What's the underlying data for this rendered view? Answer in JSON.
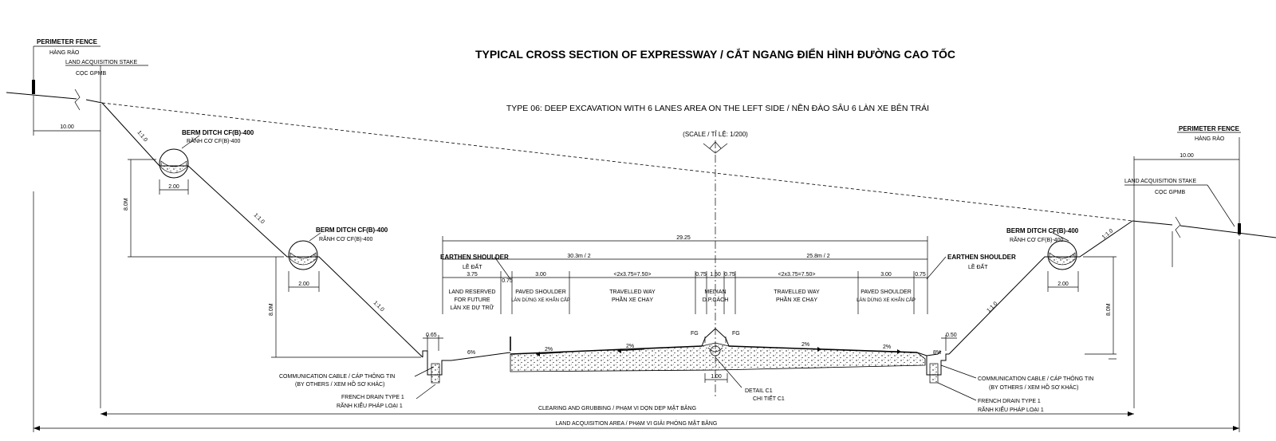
{
  "title": "TYPICAL CROSS SECTION OF EXPRESSWAY / CẮT NGANG ĐIỂN HÌNH ĐƯỜNG CAO TỐC",
  "subtitle": "TYPE 06: DEEP EXCAVATION WITH 6 LANES AREA ON THE LEFT SIDE / NỀN ĐÀO SÂU 6 LÀN XE BÊN TRÁI",
  "scale": "(SCALE / TỈ LỆ: 1/200)",
  "left": {
    "perimeter_fence": "PERIMETER FENCE",
    "hang_rao": "HÀNG RÀO",
    "land_stake": "LAND ACQUISITION STAKE",
    "coc_gpmb": "CỌC GPMB",
    "width_10": "10.00",
    "berm1": "BERM DITCH CF(B)-400",
    "berm1_vn": "RÃNH CƠ CF(B)-400",
    "berm1_w": "2.00",
    "berm2": "BERM DITCH CF(B)-400",
    "berm2_vn": "RÃNH CƠ CF(B)-400",
    "berm2_w": "2.00",
    "slope1": "1:1.0",
    "slope2": "1:1.0",
    "slope3": "1:1.0",
    "h1": "8.0M",
    "h2": "8.0M",
    "comm_cable": "COMMUNICATION CABLE / CÁP THÔNG TIN",
    "by_others": "(BY OTHERS / XEM HỒ SƠ KHÁC)",
    "french_drain": "FRENCH DRAIN TYPE 1",
    "french_drain_vn": "RÃNH KIỂU PHÁP LOẠI 1",
    "dim_065": "0.65",
    "slope_6": "6%"
  },
  "right": {
    "perimeter_fence": "PERIMETER FENCE",
    "hang_rao": "HÀNG RÀO",
    "width_10": "10.00",
    "land_stake": "LAND ACQUISITION STAKE",
    "coc_gpmb": "CỌC GPMB",
    "berm": "BERM DITCH CF(B)-400",
    "berm_vn": "RÃNH CƠ CF(B)-400",
    "berm_w": "2.00",
    "slope1": "1:1.0",
    "slope2": "1:1.0",
    "h": "8.0M",
    "comm_cable": "COMMUNICATION CABLE / CÁP THÔNG TIN",
    "by_others": "(BY OTHERS / XEM HỒ SƠ KHÁC)",
    "french_drain": "FRENCH DRAIN TYPE 1",
    "french_drain_vn": "RÃNH KIỂU PHÁP LOẠI 1",
    "dim_050": "0.50",
    "slope_8": "8%"
  },
  "road": {
    "total": "29.25",
    "left_half": "30.3m / 2",
    "right_half": "25.8m / 2",
    "earthen_left": "EARTHEN SHOULDER",
    "le_dat_left": "LỀ ĐẤT",
    "earthen_right": "EARTHEN SHOULDER",
    "le_dat_right": "LỀ ĐẤT",
    "d_375": "3.75",
    "d_075a": "0.75",
    "d_300a": "3.00",
    "d_lanes_l": "<2x3.75=7.50>",
    "d_075b": "0.75",
    "d_150": "1.50",
    "d_075c": "0.75",
    "d_lanes_r": "<2x3.75=7.50>",
    "d_300b": "3.00",
    "d_075d": "0.75",
    "land_reserved": "LAND RESERVED",
    "for_future": "FOR FUTURE",
    "lan_xe_du_tru": "LÀN XE DỰ TRỮ",
    "paved_shoulder_l": "PAVED SHOULDER",
    "lan_dung_l": "LÀN DỪNG XE KHẨN CẤP",
    "travelled_l": "TRAVELLED WAY",
    "phan_xe_l": "PHẦN XE CHẠY",
    "median": "MEDIAN",
    "dp_cach": "D.P.CÁCH",
    "travelled_r": "TRAVELLED WAY",
    "phan_xe_r": "PHẦN XE CHẠY",
    "paved_shoulder_r": "PAVED SHOULDER",
    "lan_dung_r": "LÀN DỪNG XE KHẨN CẤP",
    "slopes": [
      "2%",
      "2%",
      "2%",
      "2%"
    ],
    "fg_l": "FG",
    "fg_r": "FG",
    "d_100": "1.00",
    "detail": "DETAIL C1",
    "chi_tiet": "CHI TIẾT C1"
  },
  "bottom": {
    "clearing": "CLEARING AND GRUBBING / PHẠM VI DỌN DẸP MẶT BẰNG",
    "land_area": "LAND ACQUISITION AREA / PHẠM VI GIẢI PHÓNG MẶT BẰNG"
  }
}
